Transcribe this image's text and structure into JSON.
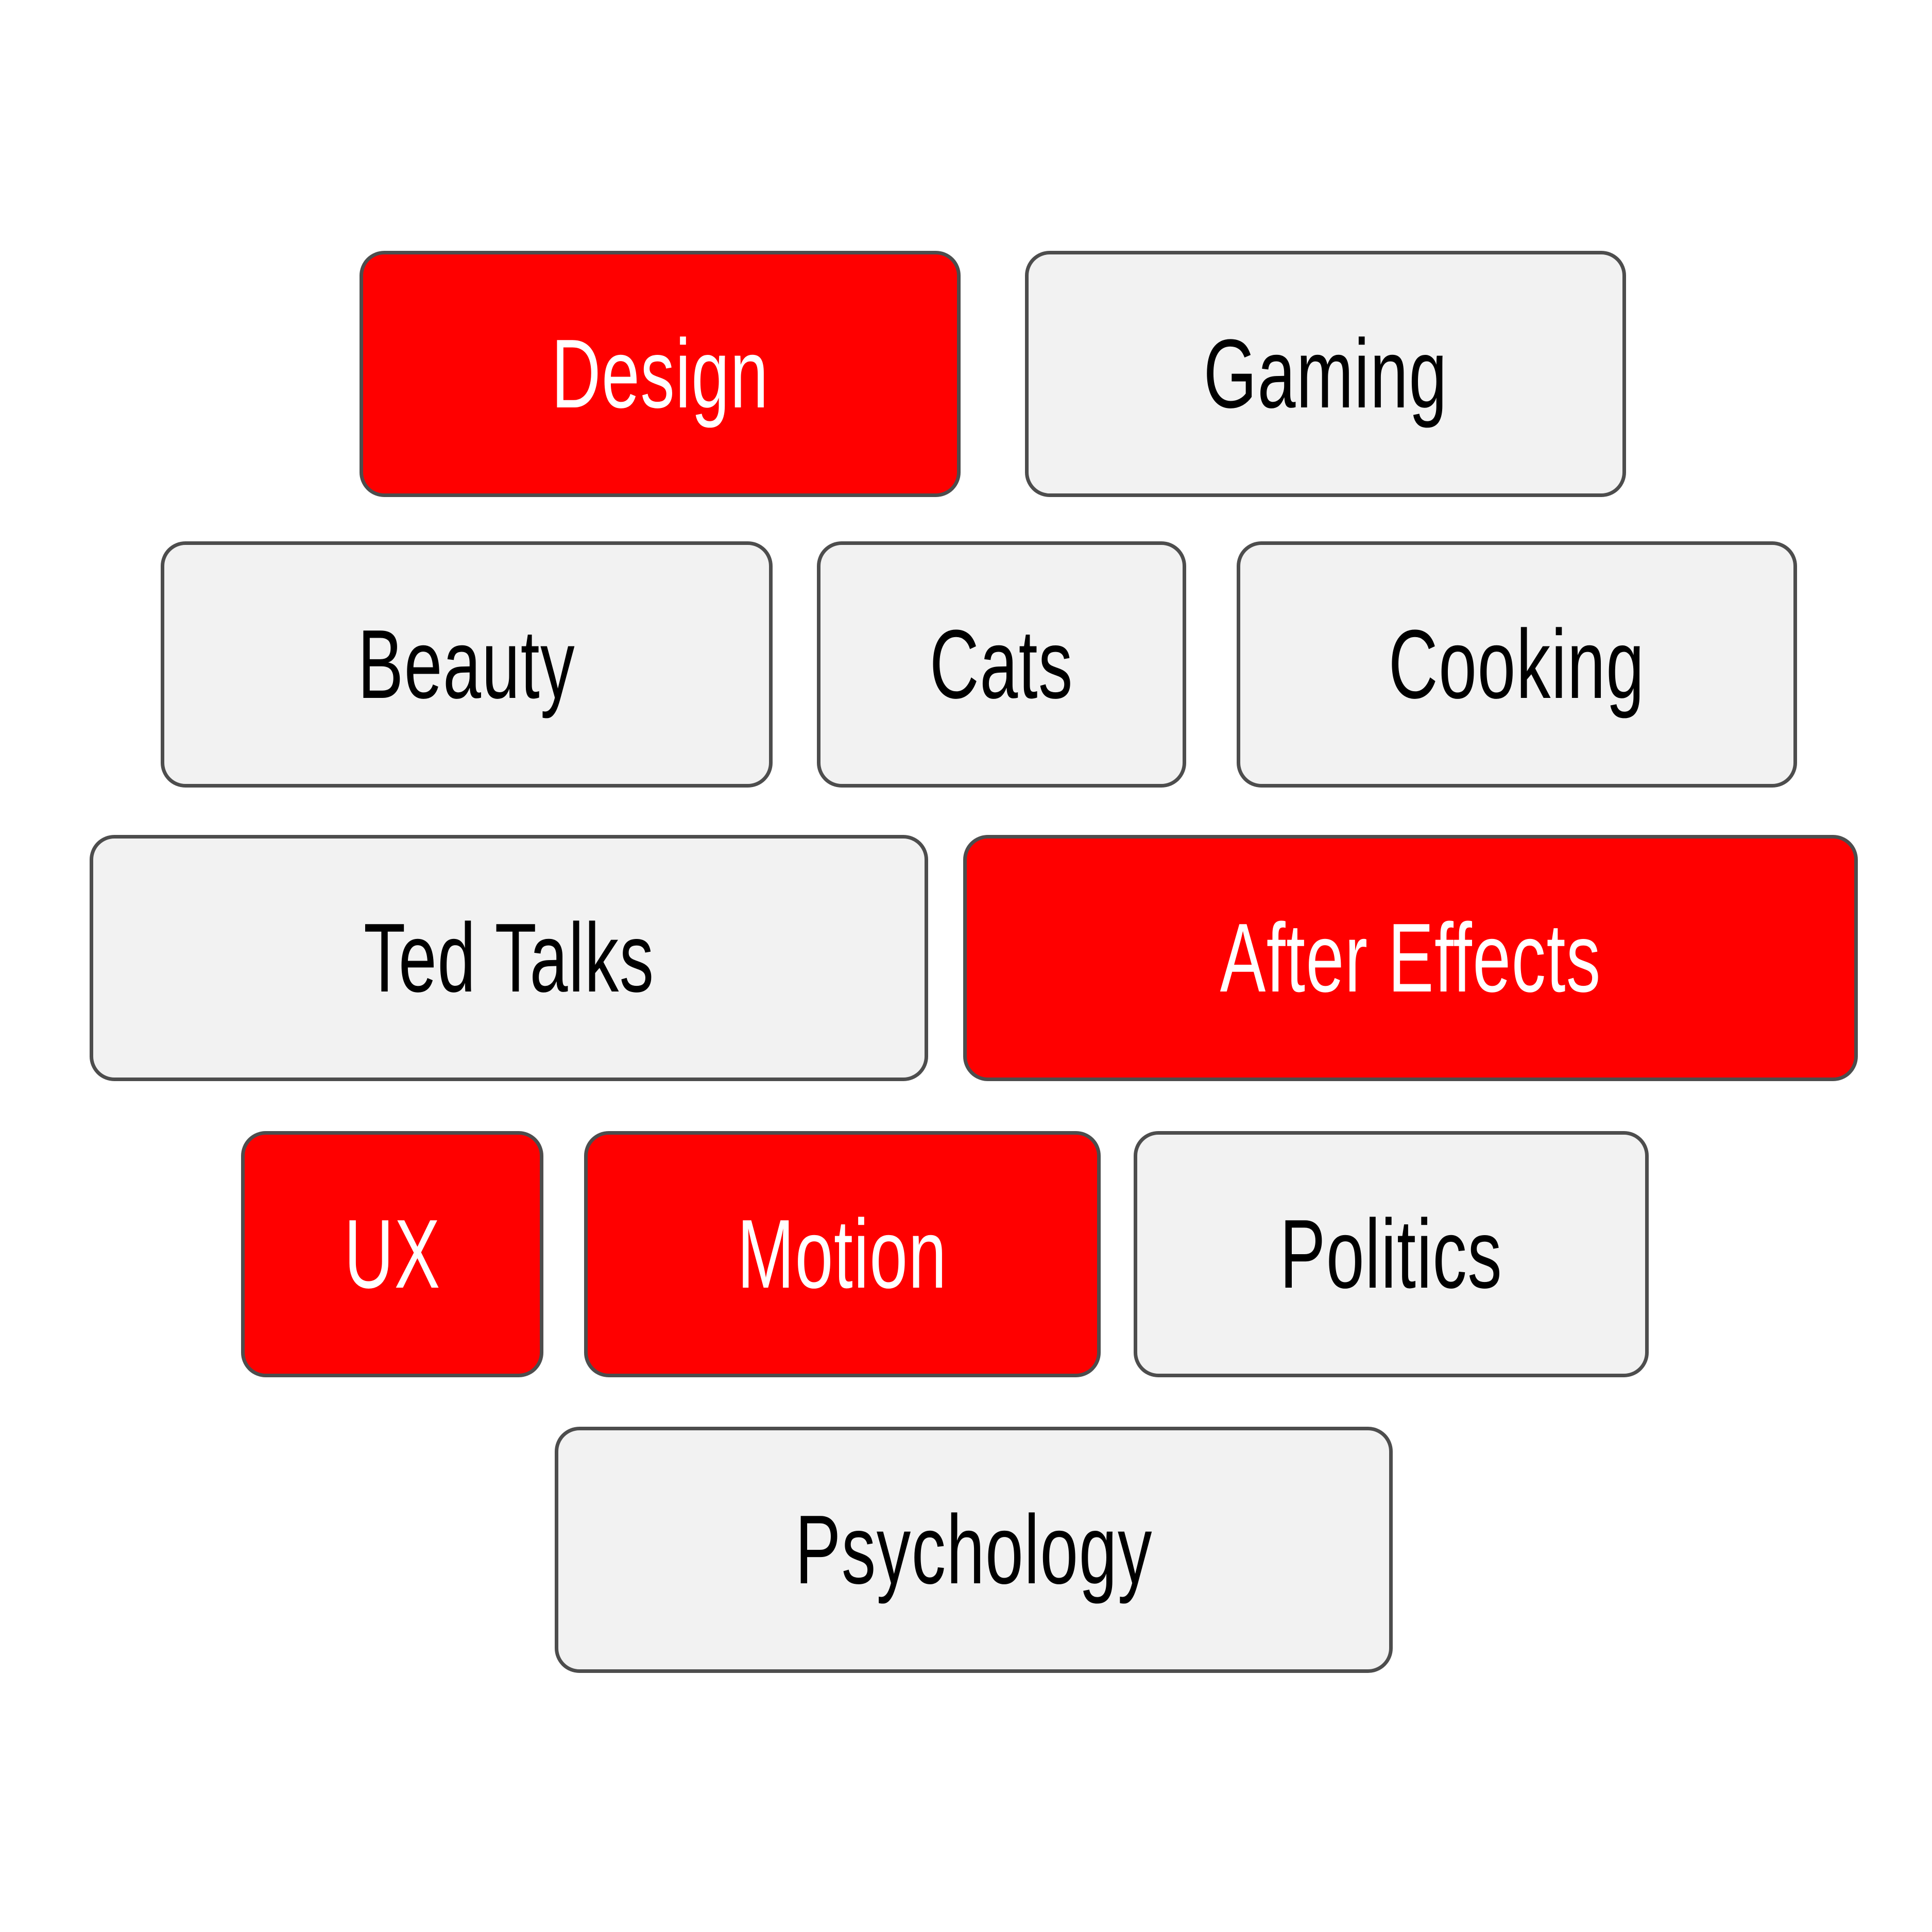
{
  "tags": [
    {
      "label": "Design",
      "selected": true
    },
    {
      "label": "Gaming",
      "selected": false
    },
    {
      "label": "Beauty",
      "selected": false
    },
    {
      "label": "Cats",
      "selected": false
    },
    {
      "label": "Cooking",
      "selected": false
    },
    {
      "label": "Ted Talks",
      "selected": false
    },
    {
      "label": "After Effects",
      "selected": true
    },
    {
      "label": "UX",
      "selected": true
    },
    {
      "label": "Motion",
      "selected": true
    },
    {
      "label": "Politics",
      "selected": false
    },
    {
      "label": "Psychology",
      "selected": false
    }
  ],
  "colors": {
    "selected_fill": "#ff0000",
    "unselected_fill": "#f2f2f2",
    "border": "#4d4d4d",
    "selected_text": "#ffffff",
    "unselected_text": "#000000"
  }
}
